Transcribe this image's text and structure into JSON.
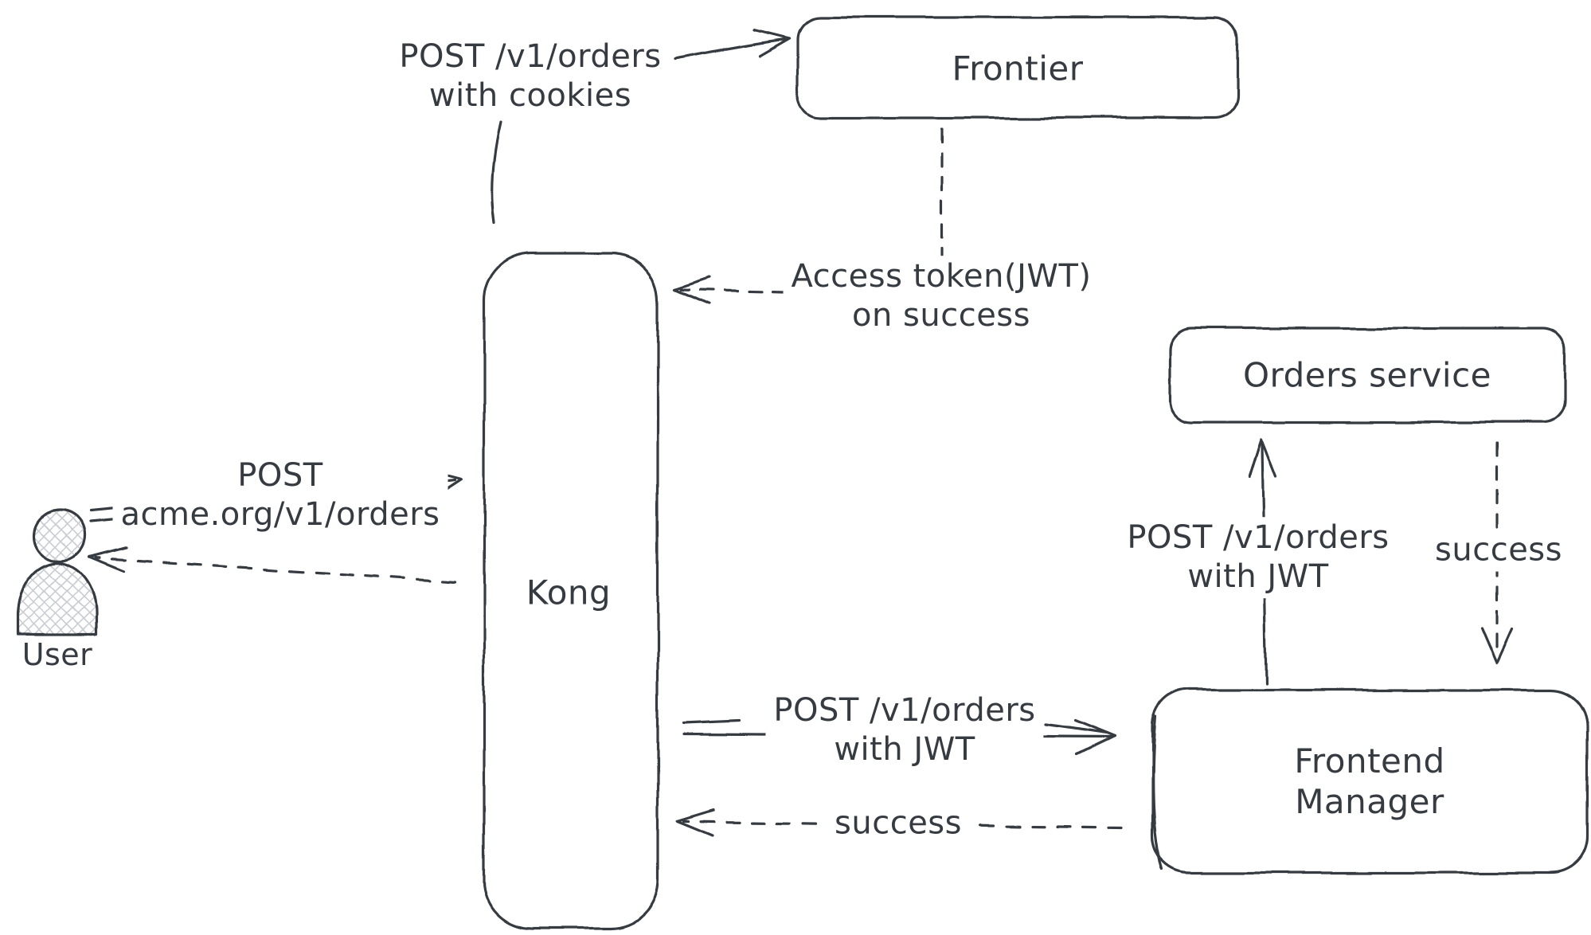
{
  "diagram": {
    "background": "#ffffff",
    "stroke_color": "#343a40",
    "hatch_color": "#c9ccd1",
    "nodes": {
      "frontier": {
        "label": "Frontier"
      },
      "kong": {
        "label": "Kong"
      },
      "orders_service": {
        "label": "Orders service"
      },
      "frontend_manager": {
        "label_line1": "Frontend",
        "label_line2": "Manager"
      },
      "user": {
        "label": "User",
        "icon": "person-icon"
      }
    },
    "edges": {
      "kong_to_frontier": {
        "label_line1": "POST /v1/orders",
        "label_line2": "with cookies",
        "style": "solid"
      },
      "frontier_to_kong": {
        "label_line1": "Access token(JWT)",
        "label_line2": "on success",
        "style": "dashed"
      },
      "user_to_kong": {
        "label_line1": "POST",
        "label_line2": "acme.org/v1/orders",
        "style": "solid"
      },
      "kong_to_user": {
        "style": "dashed"
      },
      "kong_to_frontend_manager": {
        "label_line1": "POST /v1/orders",
        "label_line2": "with JWT",
        "style": "solid"
      },
      "frontend_manager_to_kong": {
        "label": "success",
        "style": "dashed"
      },
      "frontend_manager_to_orders": {
        "label_line1": "POST /v1/orders",
        "label_line2": "with JWT",
        "style": "solid"
      },
      "orders_to_frontend_manager": {
        "label": "success",
        "style": "dashed"
      }
    }
  }
}
